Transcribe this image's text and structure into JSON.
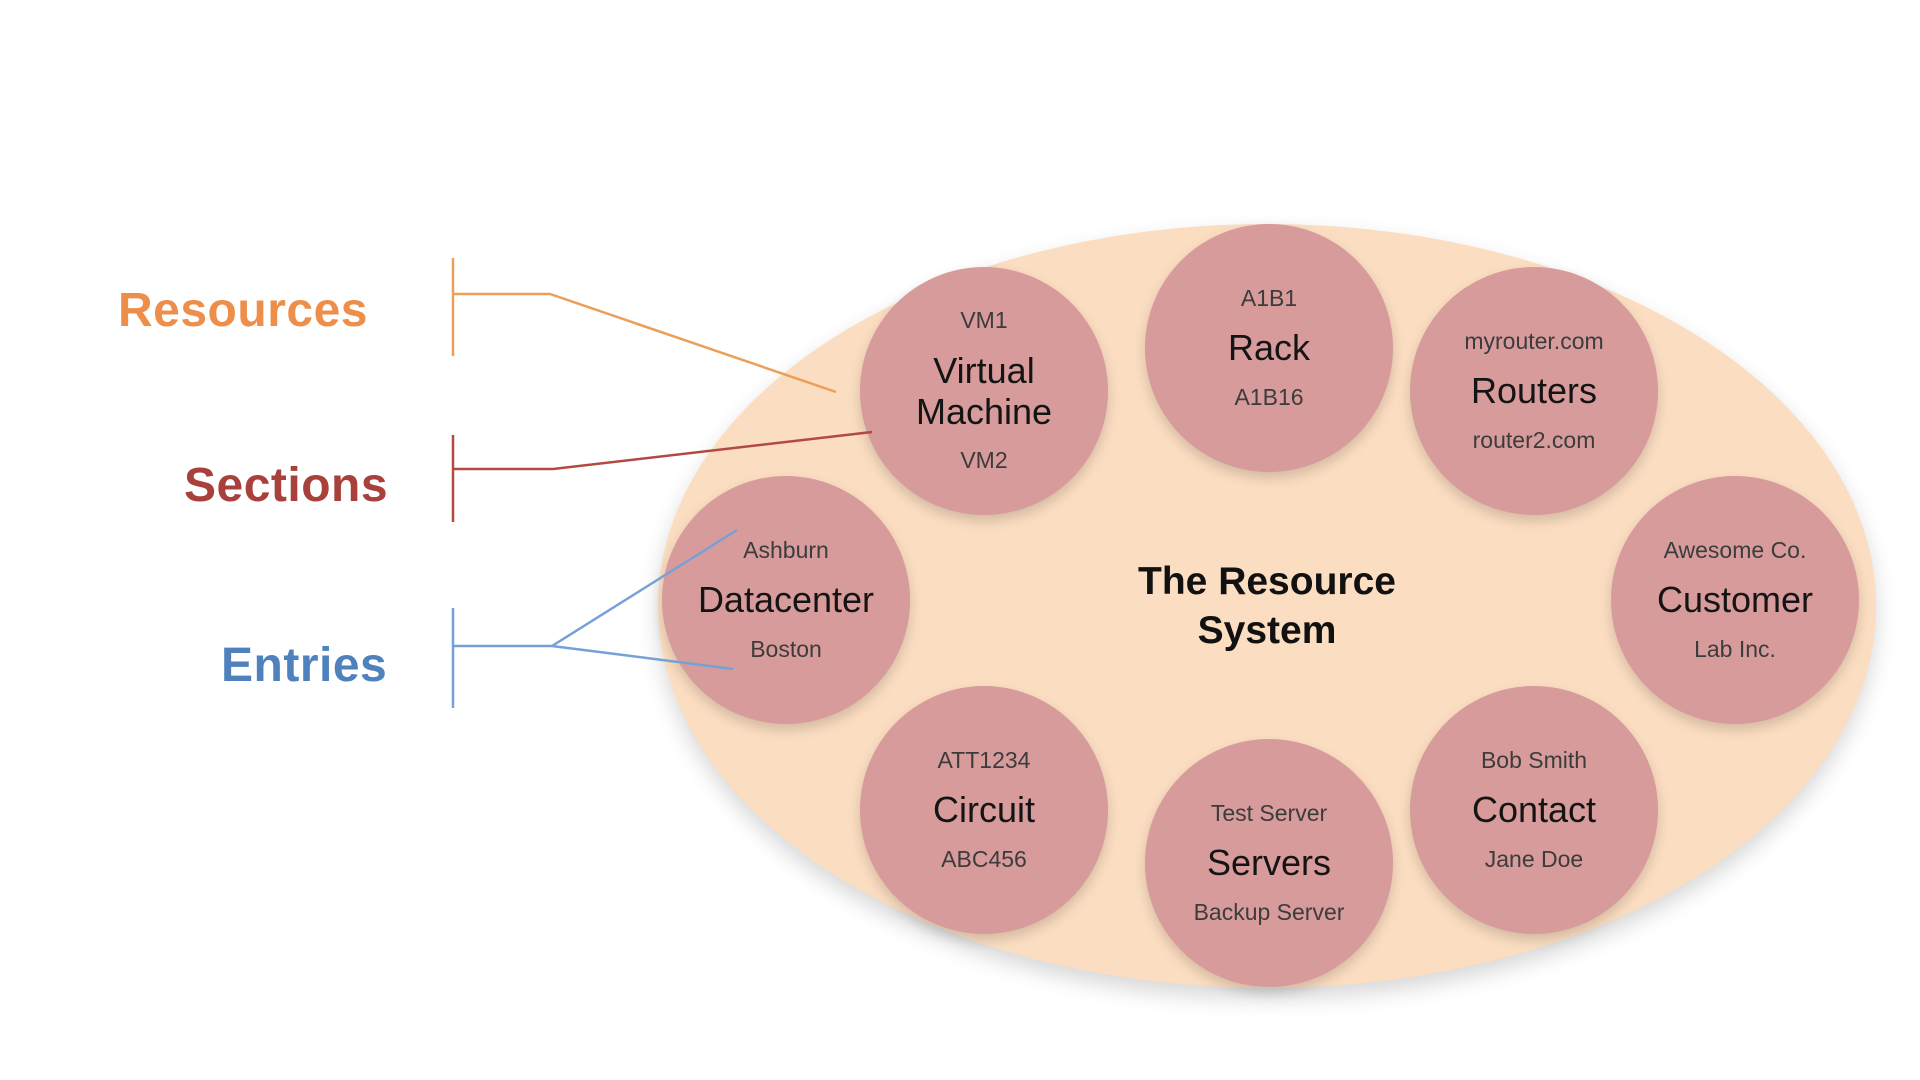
{
  "diagram": {
    "center_title": "The Resource System",
    "colors": {
      "ellipse": "#fbddc1",
      "circle": "#d79b9b",
      "resources_label": "#ed8f4b",
      "sections_label": "#a8403c",
      "entries_label": "#4f81bd"
    },
    "legend": {
      "resources": {
        "label": "Resources"
      },
      "sections": {
        "label": "Sections"
      },
      "entries": {
        "label": "Entries"
      }
    },
    "sections": [
      {
        "name": "Virtual Machine",
        "top_entry": "VM1",
        "bottom_entry": "VM2"
      },
      {
        "name": "Rack",
        "top_entry": "A1B1",
        "bottom_entry": "A1B16"
      },
      {
        "name": "Routers",
        "top_entry": "myrouter.com",
        "bottom_entry": "router2.com"
      },
      {
        "name": "Customer",
        "top_entry": "Awesome Co.",
        "bottom_entry": "Lab Inc."
      },
      {
        "name": "Datacenter",
        "top_entry": "Ashburn",
        "bottom_entry": "Boston"
      },
      {
        "name": "Circuit",
        "top_entry": "ATT1234",
        "bottom_entry": "ABC456"
      },
      {
        "name": "Servers",
        "top_entry": "Test Server",
        "bottom_entry": "Backup Server"
      },
      {
        "name": "Contact",
        "top_entry": "Bob Smith",
        "bottom_entry": "Jane Doe"
      }
    ]
  }
}
